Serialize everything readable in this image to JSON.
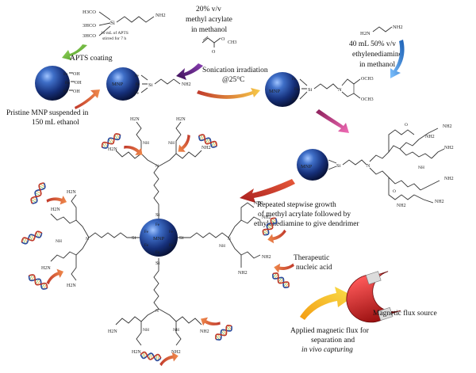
{
  "reagents": {
    "aptes_formula_a": "H3CO",
    "aptes_si": "Si",
    "aptes_formula_b": "3HCO",
    "aptes_formula_c": "3HCO",
    "aptes_nh2": "NH2",
    "aptes_note_1": "10 mL of APTS",
    "aptes_note_2": "stirred for 7 h",
    "acrylate_1": "20% v/v",
    "acrylate_2": "methyl acrylate",
    "acrylate_3": "in methanol",
    "eda_1": "40 mL 50% v/v",
    "eda_2": "ethylenediamine",
    "eda_3": "in methanol"
  },
  "steps": {
    "aptes_coating": "APTS coating",
    "sonication_1": "Sonication irradiation",
    "sonication_2": "@25°C",
    "dendrimer_1": "Repeated stepwise growth",
    "dendrimer_2": "of methyl acrylate followed by",
    "dendrimer_3": "ethylenediamine to give dendrimer"
  },
  "labels": {
    "pristine_1": "Pristine MNP suspended in",
    "pristine_2": "150 mL ethanol",
    "nucleic_1": "Therapeutic",
    "nucleic_2": "nucleic acid",
    "flux_1": "Applied magnetic flux for",
    "flux_2": "separation and",
    "flux_3": "in vivo capturing",
    "magnet_source": "Magnetic flux source"
  },
  "particles": {
    "mnp": "MNP",
    "fe": "Fe",
    "oh": "OH",
    "o": "O",
    "si": "Si",
    "nh2": "NH2",
    "och3": "OCH3",
    "n": "N",
    "nh": "NH",
    "h2n": "H2N",
    "ch3": "CH3"
  },
  "colors": {
    "sphere_dark": "#0d1a4a",
    "sphere_mid": "#1c3d8f",
    "sphere_light": "#6f9be0",
    "arrow_green": "#5cb82a",
    "arrow_purple": "#5a1f7a",
    "arrow_orange": "#f5a623",
    "arrow_red": "#c8281e",
    "arrow_pink": "#d6338a",
    "arrow_blue": "#3a8fe0",
    "magnet_red": "#c81e2a",
    "dna_blue": "#2b4a9e",
    "dna_red": "#c0392b"
  }
}
